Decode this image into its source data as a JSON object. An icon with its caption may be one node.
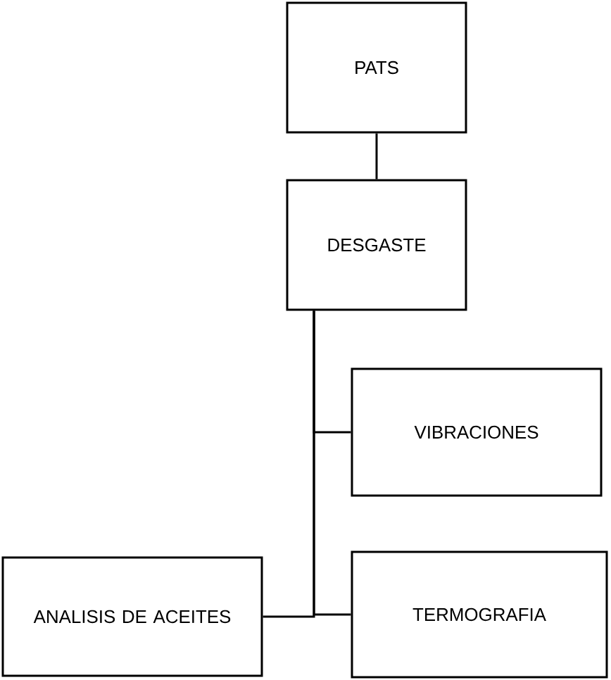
{
  "diagram": {
    "nodes": [
      {
        "text": [
          "PATS"
        ]
      },
      {
        "text": [
          "DESGASTE"
        ]
      },
      {
        "text": [
          "VIBRACIONES"
        ]
      },
      {
        "text": [
          "TERMOGRAFIA"
        ]
      },
      {
        "text": [
          "ANALISIS DE ACEITES"
        ]
      }
    ],
    "edges": [
      {
        "from": 0,
        "to": 1,
        "arrow": "none"
      },
      {
        "from": 1,
        "to": 2,
        "arrow": "none"
      },
      {
        "from": 1,
        "to": 3,
        "arrow": "none"
      },
      {
        "from": 1,
        "to": 4,
        "arrow": "none"
      }
    ]
  }
}
